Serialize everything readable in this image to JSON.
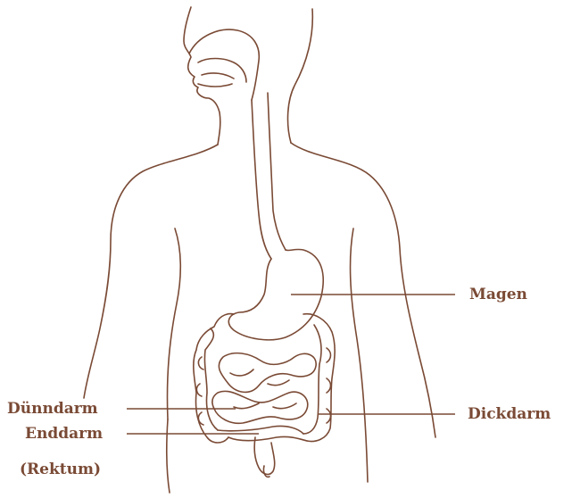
{
  "labels": {
    "stomach": "Magen",
    "small_intestine": "Dünndarm",
    "large_intestine": "Dickdarm",
    "rectum_line1": "Enddarm",
    "rectum_line2": "(Rektum)"
  },
  "colors": {
    "outline": "#7a4a35",
    "text": "#7a4a35",
    "background": "#ffffff"
  }
}
